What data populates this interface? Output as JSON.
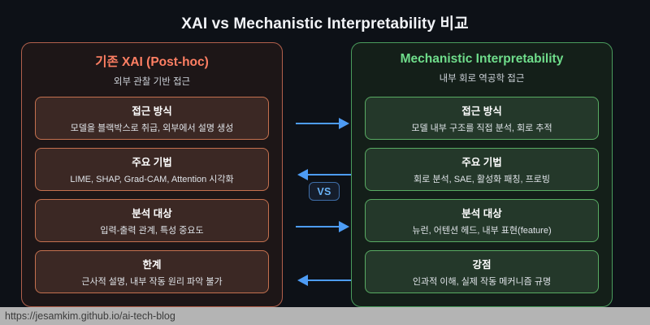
{
  "page": {
    "title": "XAI vs Mechanistic Interpretability 비교"
  },
  "left_panel": {
    "heading": "기존 XAI (Post-hoc)",
    "subtitle": "외부 관찰 기반 접근",
    "accent_color": "#ff7f63",
    "border_color": "#b2604c",
    "cards": [
      {
        "title": "접근 방식",
        "desc": "모델을 블랙박스로 취급, 외부에서 설명 생성"
      },
      {
        "title": "주요 기법",
        "desc": "LIME, SHAP, Grad-CAM, Attention 시각화"
      },
      {
        "title": "분석 대상",
        "desc": "입력-출력 관계, 특성 중요도"
      },
      {
        "title": "한계",
        "desc": "근사적 설명, 내부 작동 원리 파악 불가"
      }
    ]
  },
  "right_panel": {
    "heading": "Mechanistic Interpretability",
    "subtitle": "내부 회로 역공학 접근",
    "accent_color": "#6fdd8b",
    "border_color": "#4a9c5d",
    "cards": [
      {
        "title": "접근 방식",
        "desc": "모델 내부 구조를 직접 분석, 회로 추적"
      },
      {
        "title": "주요 기법",
        "desc": "회로 분석, SAE, 활성화 패칭, 프로빙"
      },
      {
        "title": "분석 대상",
        "desc": "뉴런, 어텐션 헤드, 내부 표현(feature)"
      },
      {
        "title": "강점",
        "desc": "인과적 이해, 실제 작동 메커니즘 규명"
      }
    ]
  },
  "center": {
    "vs_label": "VS",
    "arrow_color": "#4d9cf5",
    "arrows": [
      {
        "name": "approach",
        "direction": "right"
      },
      {
        "name": "techniques",
        "direction": "left"
      },
      {
        "name": "target",
        "direction": "right"
      },
      {
        "name": "outcome",
        "direction": "left"
      }
    ]
  },
  "status_bar": {
    "url": "https://jesamkim.github.io/ai-tech-blog"
  }
}
